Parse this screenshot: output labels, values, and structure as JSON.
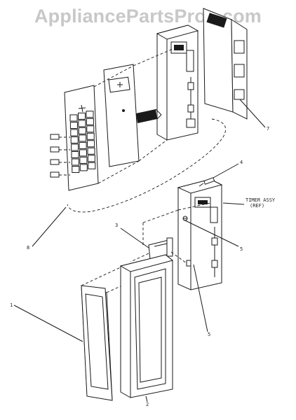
{
  "watermark": "AppliancePartsPros.com",
  "callouts": {
    "c1": "1",
    "c2": "2",
    "c3": "3",
    "c4": "4",
    "c5a": "5",
    "c5b": "5",
    "c7": "7",
    "c8": "8",
    "timer_line1": "TIMER ASSY",
    "timer_line2": "(REF)"
  }
}
